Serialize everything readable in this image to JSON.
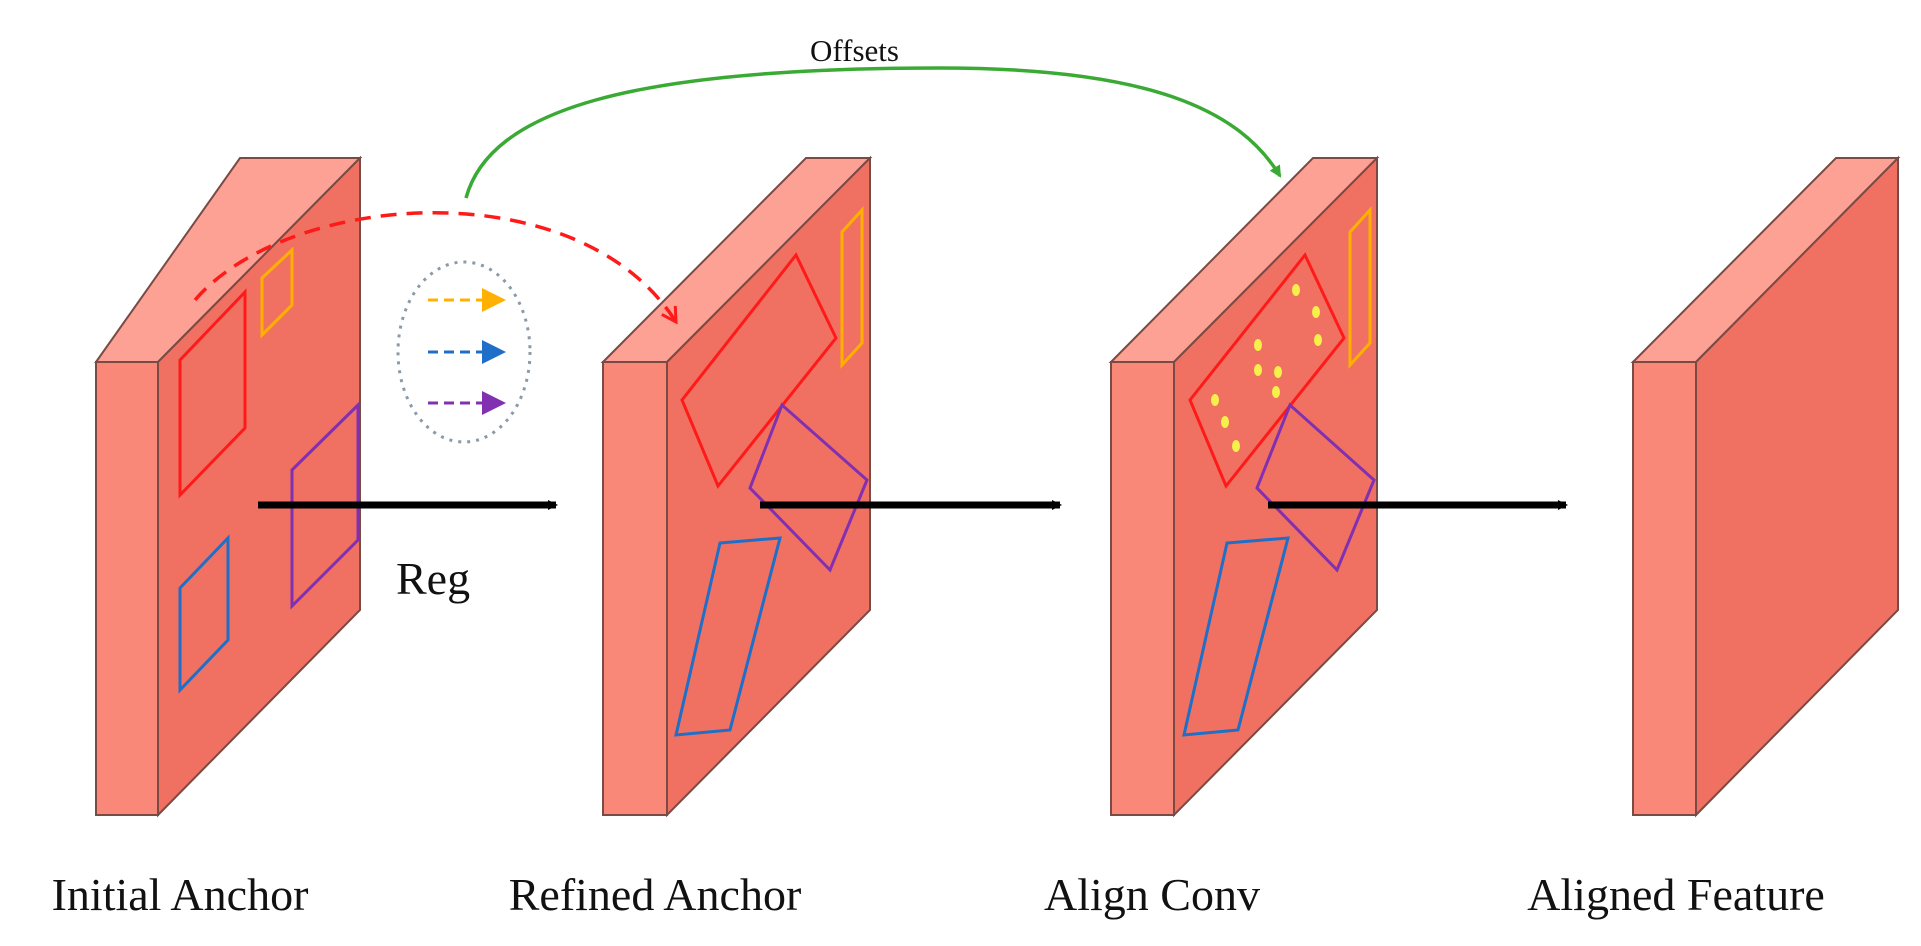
{
  "stages": [
    {
      "key": "initial",
      "label": "Initial Anchor"
    },
    {
      "key": "refined",
      "label": "Refined Anchor"
    },
    {
      "key": "align",
      "label": "Align Conv"
    },
    {
      "key": "aligned",
      "label": "Aligned Feature"
    }
  ],
  "annotations": {
    "offsets": "Offsets",
    "reg": "Reg"
  },
  "colors": {
    "block_front": "#f07162",
    "block_side": "#f98878",
    "block_top": "#fda195",
    "block_edge": "#7a4a44",
    "anchor_red": "#ff1a1a",
    "anchor_orange": "#ffb000",
    "anchor_purple": "#8030b0",
    "anchor_blue": "#1f6fc8",
    "offsets_arrow": "#3aaa35",
    "sample_points": "#f5f04a",
    "flow_arrow": "#000000",
    "legend_dots": "#8a9aa8"
  },
  "icons": [
    "anchor-boxes",
    "sampling-points",
    "transform-arrows"
  ]
}
